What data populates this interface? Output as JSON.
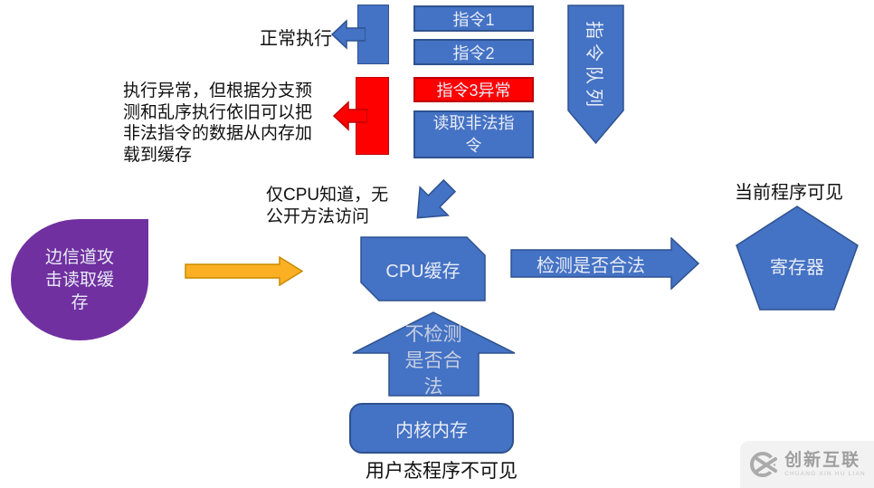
{
  "colors": {
    "blue": "#4472C4",
    "blue_border": "#2F528F",
    "red": "#FE0000",
    "red_border": "#C00000",
    "purple": "#7030A0",
    "orange": "#FBB023",
    "orange_border": "#C88A00",
    "light_text": "#E8ECF6",
    "muted_text": "#C6CEE0",
    "logo_gray": "#9E9E9E"
  },
  "flow": {
    "normal_exec_label": "正常执行",
    "abnormal_exec_label": "执行异常，但根据分支预\n测和乱序执行依旧可以把\n非法指令的数据从内存加\n载到缓存",
    "instr1": "指令1",
    "instr2": "指令2",
    "instr3": "指令3异常",
    "illegal_read": "读取非法指令",
    "queue_label": "指令队列",
    "cpu_knows_label": "仅CPU知道，无\n公开方法访问",
    "cpu_cache_label": "CPU缓存",
    "side_channel_label": "边信道攻击读取缓存",
    "detect_label": "检测是否合法",
    "register_label": "寄存器",
    "current_visible_label": "当前程序可见",
    "no_check_label": "不检测是否合法",
    "kernel_label": "内核内存",
    "user_invisible_label": "用户态程序不可见"
  },
  "logo": {
    "name": "创新互联",
    "subtitle": "CHUANG XIN HU LIAN"
  }
}
